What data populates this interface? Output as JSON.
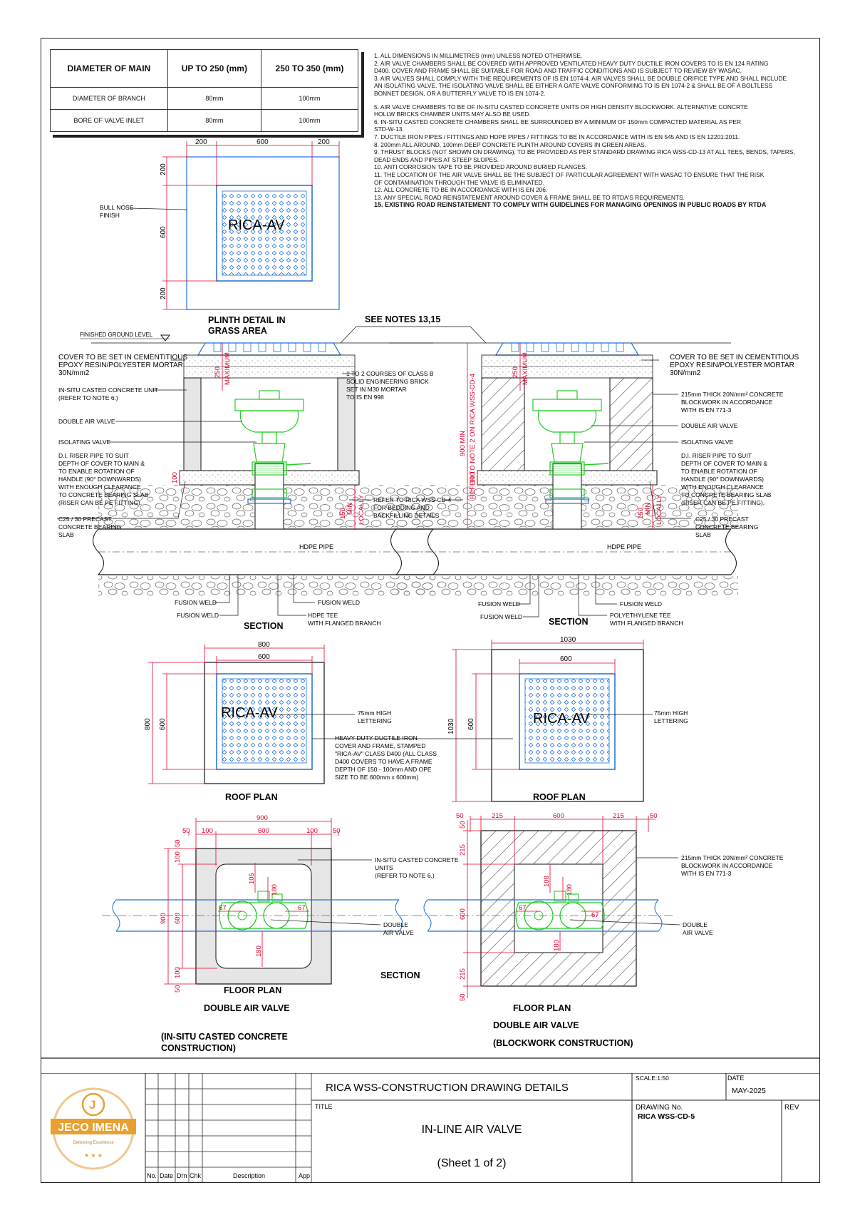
{
  "table": {
    "headers": [
      "DIAMETER OF MAIN",
      "UP TO 250 (mm)",
      "250 TO 350 (mm)"
    ],
    "rows": [
      [
        "DIAMETER OF BRANCH",
        "80mm",
        "100mm"
      ],
      [
        "BORE OF VALVE INLET",
        "80mm",
        "100mm"
      ]
    ]
  },
  "notes": [
    "1. ALL DIMENSIONS IN MILLIMETRES (mm) UNLESS NOTED OTHERWISE.",
    "2. AIR VALVE CHAMBERS SHALL BE COVERED WITH APPROVED VENTILATED HEAVY DUTY DUCTILE IRON COVERS TO IS EN 124 RATING",
    "    D400. COVER AND FRAME SHALL BE SUITABLE FOR ROAD AND TRAFFIC CONDITIONS AND IS SUBJECT TO REVIEW BY WASAC.",
    "3. AIR VALVES SHALL COMPLY WITH THE REQUIREMENTS OF IS EN 1074-4. AIR VALVES SHALL BE DOUBLE ORIFICE TYPE AND SHALL INCLUDE",
    "    AN ISOLATING VALVE. THE ISOLATING VALVE SHALL BE EITHER A GATE VALVE CONFORMING TO IS EN 1074-2 & SHALL BE OF A BOLTLESS",
    "    BONNET DESIGN, OR A BUTTERFLY VALVE TO IS EN 1074-2.",
    "",
    "5. AIR VALVE CHAMBERS TO BE OF IN-SITU CASTED CONCRETE UNITS OR HIGH DENSITY BLOCKWORK. ALTERNATIVE CONCRTE",
    "    HOLLW BRICKS CHAMBER UNITS MAY ALSO BE USED.",
    "6. IN-SITU CASTED CONCRETE CHAMBERS SHALL BE SURROUNDED BY A MINIMUM OF 150mm COMPACTED MATERIAL AS PER",
    "    STD-W-13.",
    "7. DUCTILE IRON PIPES / FITTINGS AND HDPE PIPES / FITTINGS TO BE IN ACCORDANCE WITH IS EN 545 AND IS EN 12201:2011.",
    "8. 200mm ALL AROUND, 100mm DEEP CONCRETE PLINTH AROUND COVERS IN GREEN AREAS.",
    "9. THRUST BLOCKS (NOT SHOWN ON DRAWING), TO BE PROVIDED AS PER STANDARD DRAWING RICA WSS-CD-13 AT ALL TEES, BENDS, TAPERS,",
    "    DEAD ENDS AND PIPES AT STEEP SLOPES.",
    "10. ANTI CORROSION TAPE TO BE PROVIDED AROUND BURIED FLANGES.",
    "11. THE LOCATION OF THE AIR VALVE SHALL BE THE SUBJECT OF PARTICULAR AGREEMENT WITH WASAC TO ENSURE THAT THE RISK",
    "    OF CONTAMINATION THROUGH THE VALVE IS ELIMINATED.",
    "12. ALL CONCRETE TO BE IN ACCORDANCE WITH IS EN 206.",
    "13. ANY SPECIAL ROAD REINSTATEMENT AROUND COVER & FRAME SHALL BE TO RTDA'S REQUIREMENTS.",
    "15. EXISTING ROAD REINSTATEMENT TO COMPLY WITH GUIDELINES FOR MANAGING OPENINGS IN PUBLIC ROADS BY RTDA"
  ],
  "plinth": {
    "dims_top": [
      "200",
      "600",
      "200"
    ],
    "dims_side": [
      "200",
      "600",
      "200"
    ],
    "cover_text": "RICA-AV",
    "label": "BULL NOSE\nFINISH",
    "title1": "PLINTH DETAIL IN",
    "title2": "GRASS AREA"
  },
  "section_labels": {
    "see_notes": "SEE NOTES 13,15",
    "fgl": "FINISHED GROUND LEVEL",
    "cover_mortar": [
      "COVER TO BE SET IN CEMENTITIOUS",
      "EPOXY RESIN/POLYESTER MORTAR",
      "30N/mm2"
    ],
    "insitu": [
      "IN-SITU CASTED CONCRETE UNIT",
      "(REFER TO NOTE 6.)"
    ],
    "double_air_valve": "DOUBLE AIR VALVE",
    "isolating_valve": "ISOLATING VALVE",
    "riser": [
      "D.I. RISER PIPE TO SUIT",
      "DEPTH OF COVER TO MAIN &",
      "TO ENABLE ROTATION OF",
      "HANDLE (90° DOWNWARDS)",
      "WITH ENOUGH CLEARANCE",
      "TO CONCRETE BEARING SLAB",
      "(RISER CAN BE PE FITTING)."
    ],
    "slab": [
      "C25 / 30 PRECAST",
      "CONCRETE BEARING",
      "SLAB"
    ],
    "brick": [
      "1 TO 2 COURSES OF CLASS B",
      "SOLID ENGINEERING BRICK",
      "SET IN M30 MORTAR",
      "TO IS EN 998"
    ],
    "refer_bedding": [
      "REFER TO RICA WSS-CD-4",
      "FOR BEDDING AND",
      "BACKFILLING DETAILS"
    ],
    "blockwork": [
      "215mm THICK 20N/mm² CONCRETE",
      "BLOCKWORK IN ACCORDANCE",
      "WITH IS EN 771-3"
    ],
    "hdpe": "HDPE PIPE",
    "hdpe2": "HDPE  PIPE",
    "fusion_weld": "FUSION WELD",
    "hdpe_tee": [
      "HDPE TEE",
      "WITH FLANGED BRANCH"
    ],
    "pe_tee": [
      "POLYETHYLENE TEE",
      "WITH FLANGED BRANCH"
    ],
    "section": "SECTION",
    "dim_250": "250",
    "dim_max": "MAXIMUM",
    "dim_100": "100",
    "dim_150": "150",
    "dim_min": "MIN",
    "dim_locally": "LOCALLY",
    "dim_900": "900 MIN",
    "dim_refer": "REFER TO NOTE 2 ON RICA WSS-CD-4"
  },
  "roof": {
    "left_dims": [
      "800",
      "600",
      "800",
      "600"
    ],
    "right_dims": [
      "1030",
      "600",
      "1030",
      "600"
    ],
    "cover_text": "RICA-AV",
    "lettering": [
      "75mm HIGH",
      "LETTERING"
    ],
    "cover_desc": [
      "HEAVY DUTY DUCTILE IRON",
      "COVER AND FRAME, STAMPED",
      "\"RICA-AV\" CLASS D400 (ALL CLASS",
      "D400 COVERS TO HAVE A FRAME",
      "DEPTH OF 150 - 100mm AND OPE",
      "SIZE TO BE 600mm x 600mm)"
    ],
    "title": "ROOF PLAN"
  },
  "floor": {
    "left_top": [
      "900",
      "50",
      "100",
      "600",
      "100",
      "50"
    ],
    "left_side": [
      "50",
      "100",
      "900",
      "600",
      "100",
      "50"
    ],
    "right_top": [
      "50",
      "215",
      "600",
      "215",
      "50"
    ],
    "right_side": [
      "50",
      "215",
      "600",
      "215",
      "50"
    ],
    "valve_dims_left": [
      "105",
      "180",
      "67",
      "67",
      "180"
    ],
    "valve_dims_right": [
      "108",
      "180",
      "67",
      "67",
      "180"
    ],
    "insitu": [
      "IN-SITU CASTED CONCRETE",
      "UNITS",
      "(REFER TO NOTE 6.)"
    ],
    "blockwork": [
      "215mm THICK 20N/mm² CONCRETE",
      "BLOCKWORK IN ACCORDANCE",
      "WITH IS EN 771-3"
    ],
    "dav": [
      "DOUBLE",
      "AIR VALVE"
    ],
    "section": "SECTION",
    "left_title": [
      "FLOOR PLAN",
      "DOUBLE AIR VALVE",
      "(IN-SITU CASTED CONCRETE",
      "CONSTRUCTION)"
    ],
    "right_title": [
      "FLOOR PLAN",
      "DOUBLE AIR VALVE",
      "(BLOCKWORK CONSTRUCTION)"
    ]
  },
  "titleblock": {
    "logo_name": "JECO IMENA",
    "logo_letter": "J",
    "logo_tag": "Delivering Excellence",
    "rev_headers": [
      "No.",
      "Date",
      "Drn",
      "Chk",
      "Description",
      "App"
    ],
    "project": "RICA WSS-CONSTRUCTION DRAWING DETAILS",
    "scale_label": "SCALE:",
    "scale": "1:50",
    "date_label": "DATE",
    "date": "MAY-2025",
    "title_label": "TITLE",
    "title": "IN-LINE AIR VALVE",
    "sheet": "(Sheet 1 of 2)",
    "drawing_label": "DRAWING No.",
    "drawing_no": "RICA WSS-CD-5",
    "rev_label": "REV"
  },
  "colors": {
    "cover": "#1e6fd9",
    "valve": "#22cc22",
    "dim": "#e0002a",
    "hatch": "#333333",
    "logo": "#e8a030"
  }
}
